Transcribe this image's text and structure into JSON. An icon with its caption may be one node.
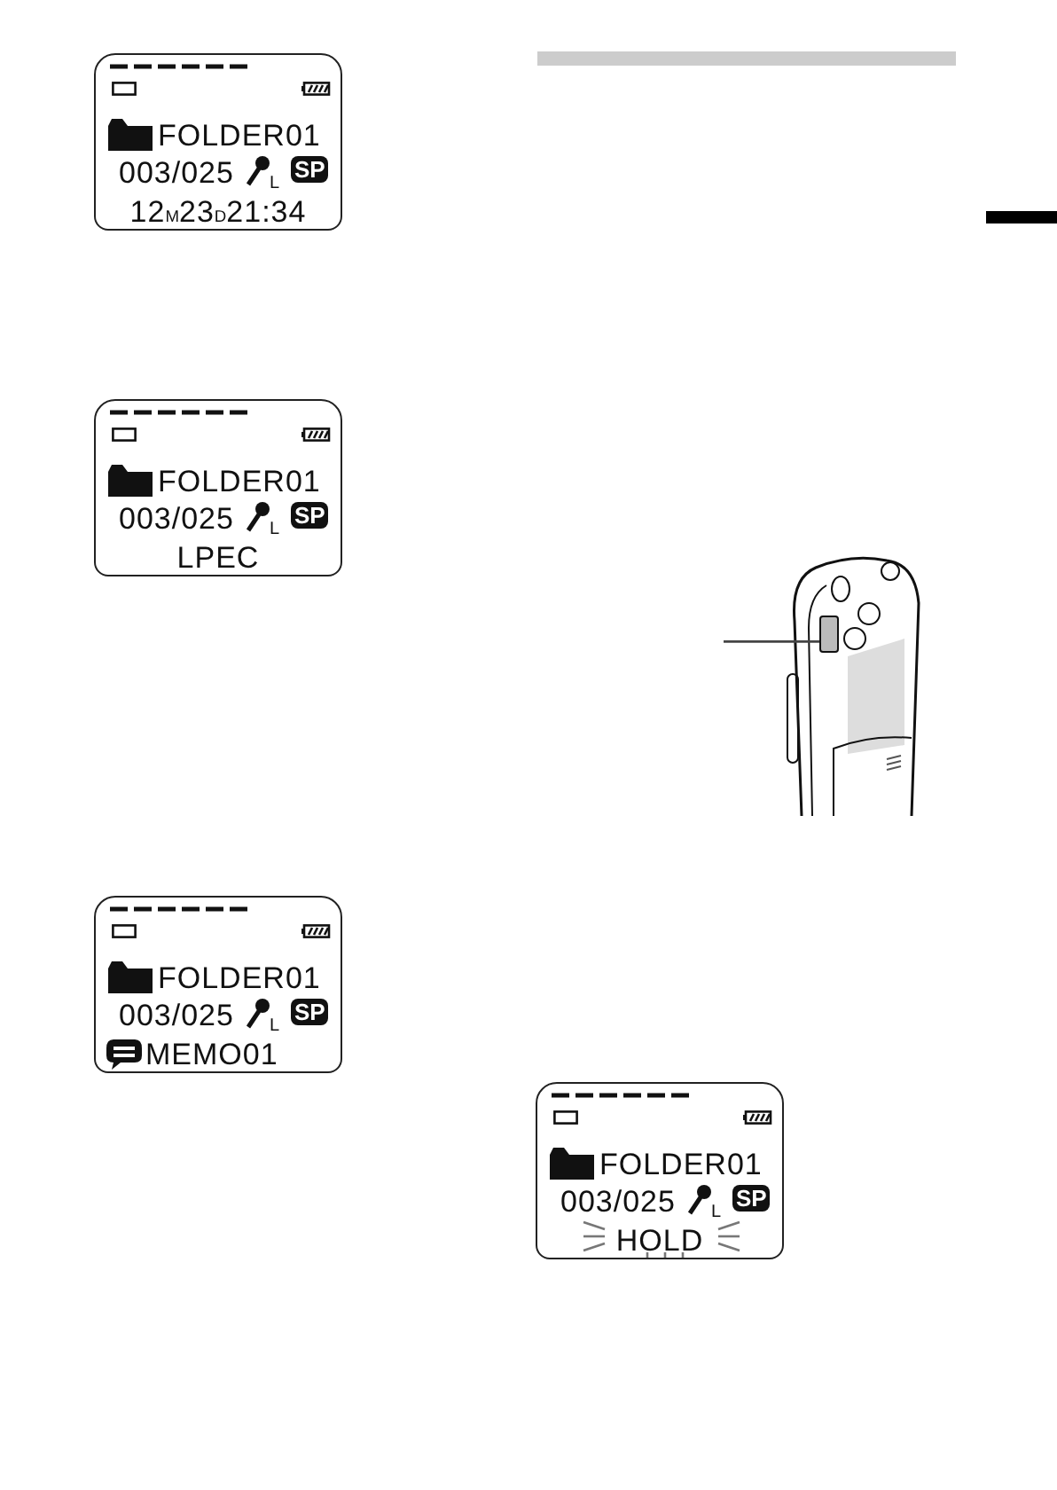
{
  "diagram": {
    "nodes": [
      {
        "text": [
          "FOLDER01",
          "003/025",
          "L",
          "SP",
          "12$_{M}$23$_{D}$21:34"
        ]
      },
      {
        "text": [
          "FOLDER01",
          "003/025",
          "L",
          "SP",
          "LPEC"
        ]
      },
      {
        "text": [
          "FOLDER01",
          "003/025",
          "L",
          "SP",
          "MEMO01"
        ]
      },
      {
        "text": [],
        "shape": "box"
      },
      {
        "text": [
          "FOLDER01",
          "003/025",
          "L",
          "SP",
          "HOLD"
        ]
      }
    ],
    "edges": [
      {
        "from": null,
        "to": 3,
        "arrow": "none"
      }
    ]
  }
}
